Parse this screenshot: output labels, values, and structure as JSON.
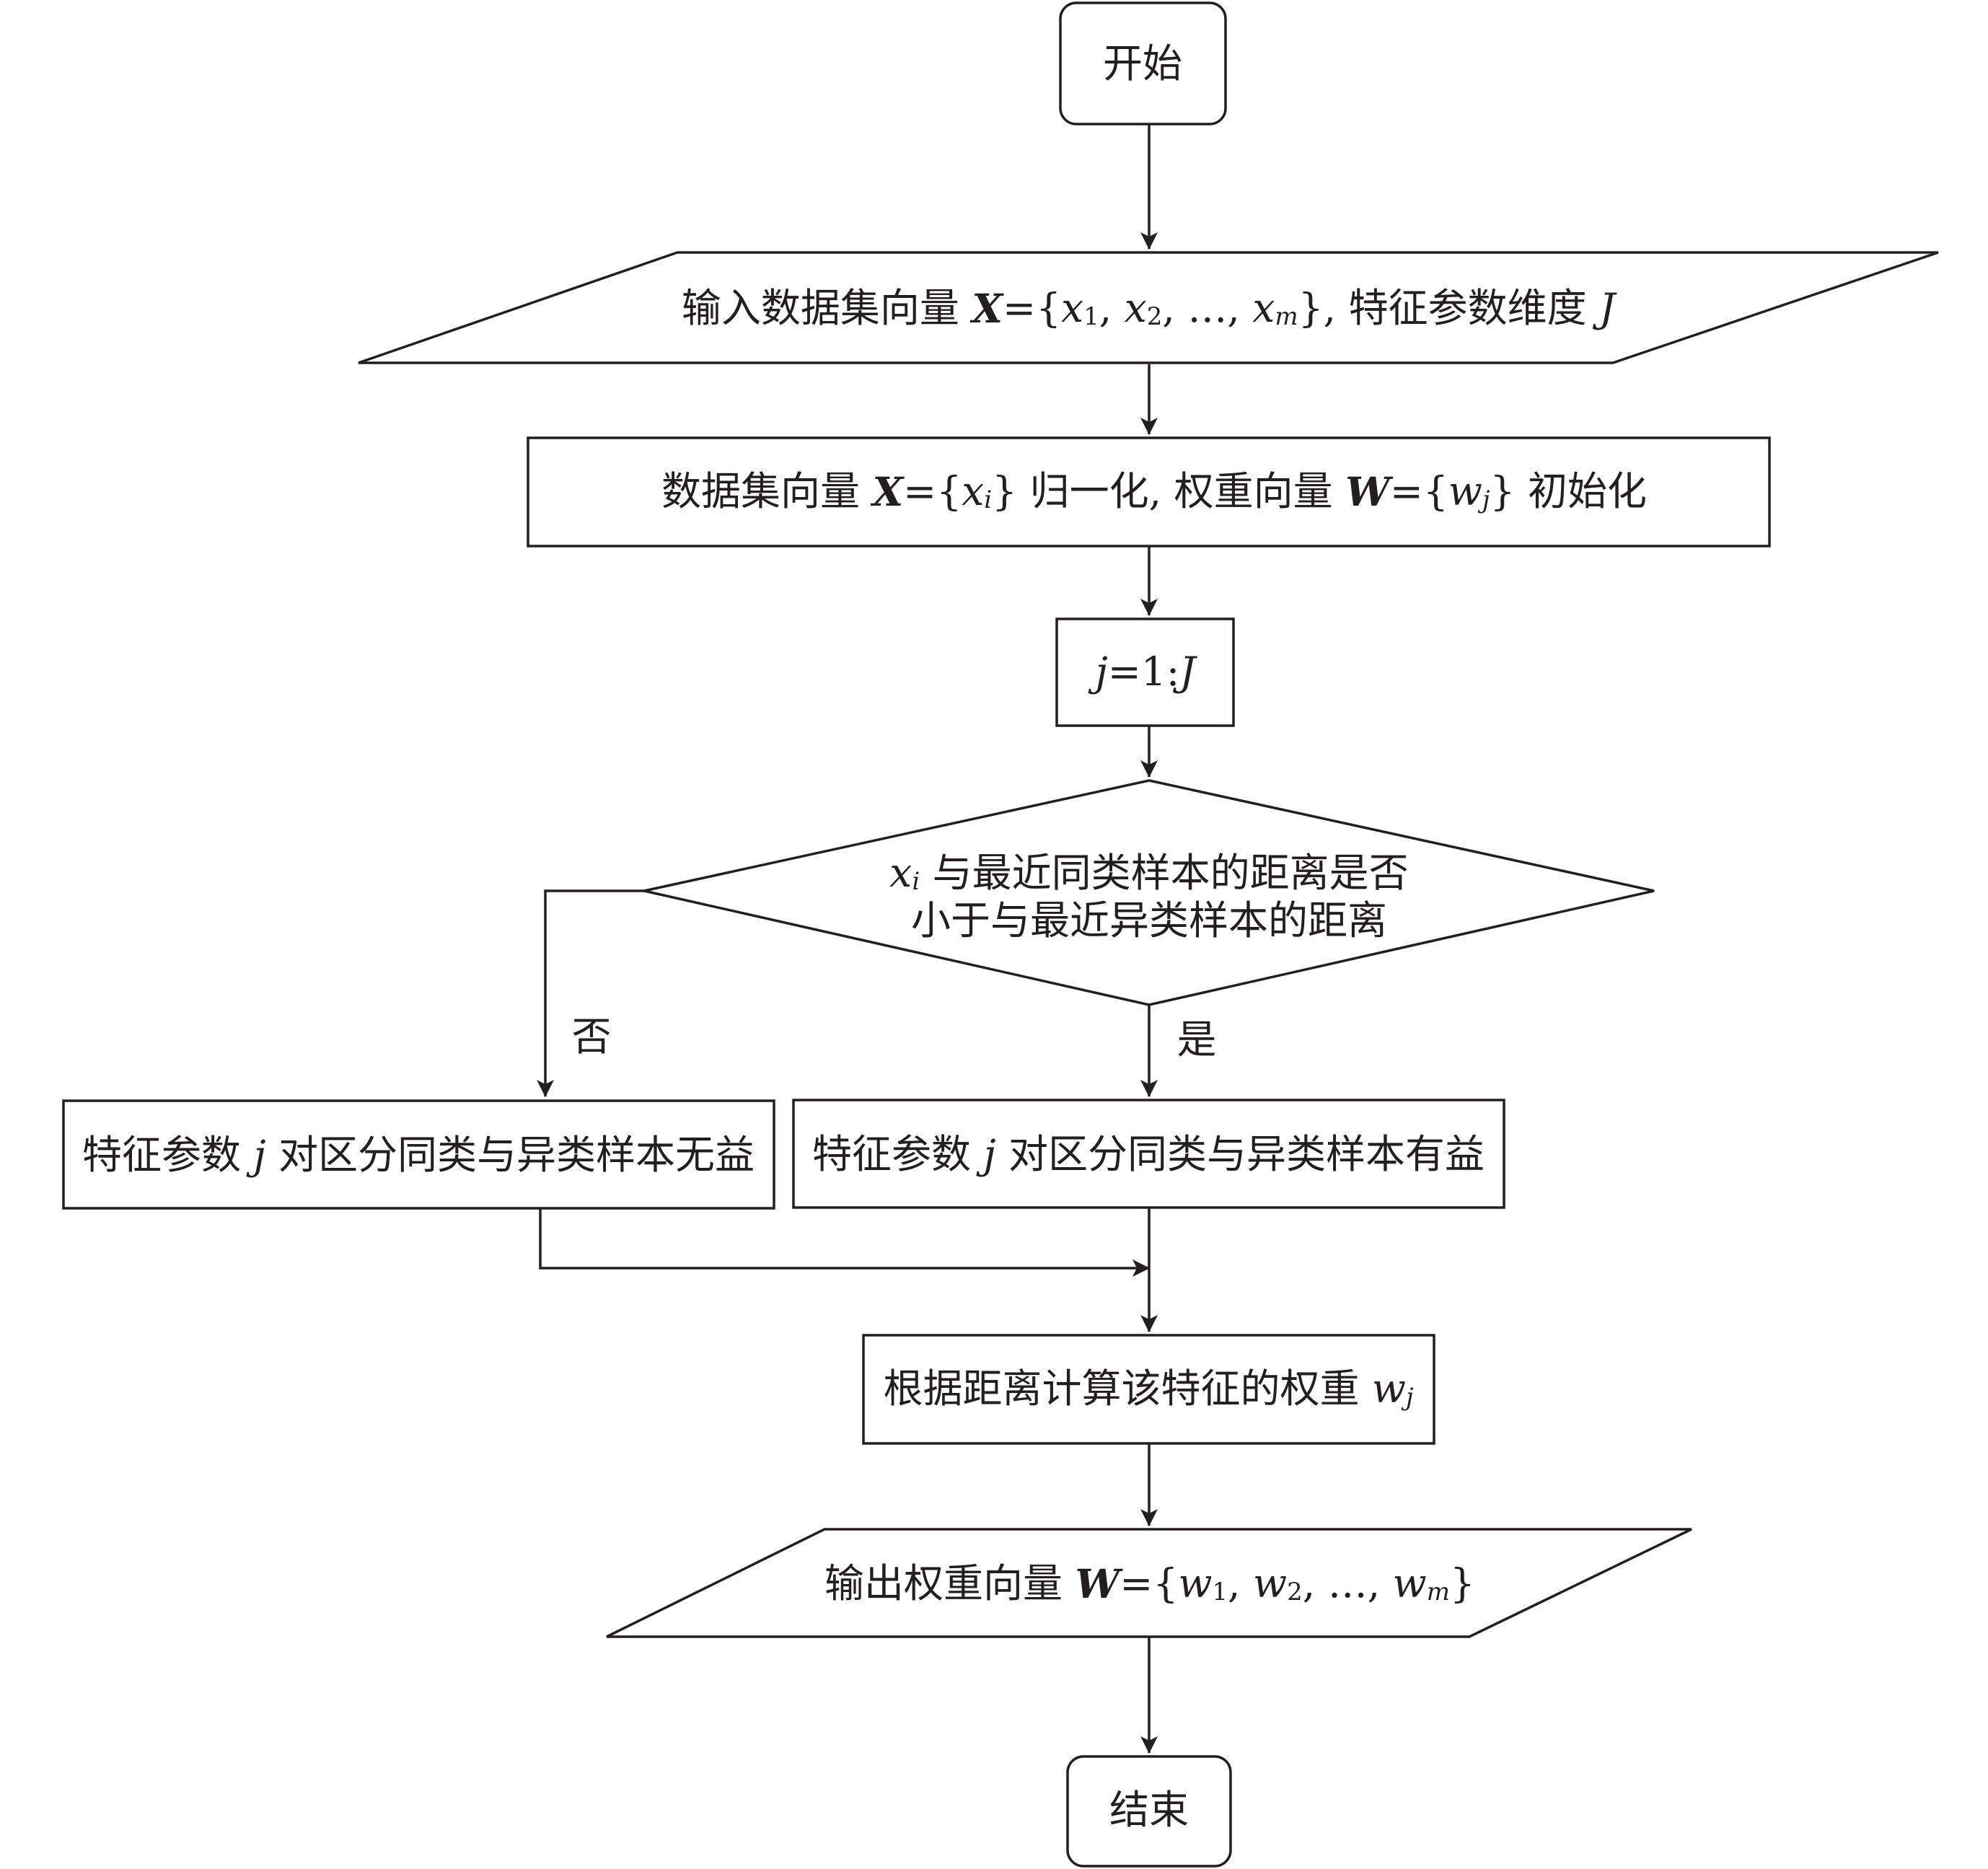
{
  "nodes": {
    "start": {
      "label": "开始"
    },
    "input": {
      "prefix": "输入数据集向量 ",
      "vec": "X",
      "eq": "={",
      "x": "x",
      "s1": "1",
      "s2": "2",
      "sm": "m",
      "sep": ", ",
      "ellipsis": "…",
      "close": "}",
      "suffix": ", 特征参数维度 ",
      "dim": "J"
    },
    "normalize": {
      "prefix": "数据集向量 ",
      "vec_x": "X",
      "eq": "={",
      "x": "x",
      "si": "i",
      "close": "}",
      "mid": " 归一化, 权重向量 ",
      "vec_w": "W",
      "w": "w",
      "sj": "j",
      "suffix": " 初始化"
    },
    "loop": {
      "j": "j",
      "rest": "=1:",
      "J": "J"
    },
    "decision": {
      "x": "x",
      "si": "i",
      "line1": " 与最近同类样本的距离是否",
      "line2": "小于与最近异类样本的距离"
    },
    "no_branch": {
      "prefix": "特征参数 ",
      "j": "j",
      "suffix": " 对区分同类与异类样本无益"
    },
    "yes_branch": {
      "prefix": "特征参数 ",
      "j": "j",
      "suffix": " 对区分同类与异类样本有益"
    },
    "compute": {
      "prefix": "根据距离计算该特征的权重 ",
      "w": "w",
      "sj": "j"
    },
    "output": {
      "prefix": "输出权重向量 ",
      "vec": "W",
      "eq": "={",
      "w": "w",
      "s1": "1",
      "s2": "2",
      "sm": "m",
      "sep": ", ",
      "ellipsis": "…",
      "close": "}"
    },
    "end": {
      "label": "结束"
    }
  },
  "edge_labels": {
    "no": "否",
    "yes": "是"
  }
}
